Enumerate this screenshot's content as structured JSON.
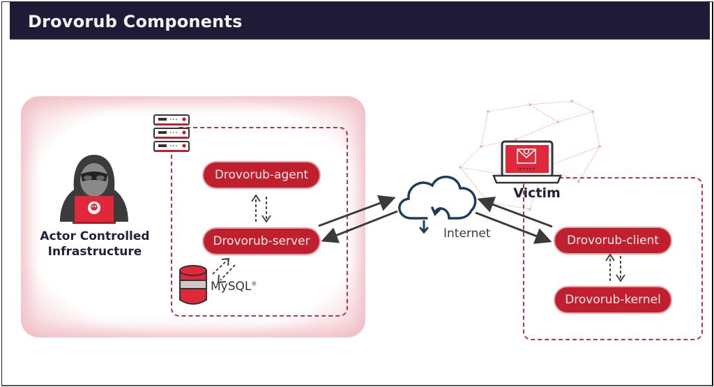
{
  "header": {
    "title": "Drovorub Components"
  },
  "actor": {
    "label_line1": "Actor Controlled",
    "label_line2": "Infrastructure"
  },
  "server_side": {
    "agent": "Drovorub-agent",
    "server": "Drovorub-server",
    "database": "MySQL",
    "database_mark": "®"
  },
  "internet": {
    "label": "Internet"
  },
  "victim": {
    "label": "Victim",
    "client": "Drovorub-client",
    "kernel": "Drovorub-kernel"
  },
  "colors": {
    "header_bg": "#1f1b36",
    "accent_red": "#c0202e",
    "dash_red": "#b7324a",
    "text_dark": "#23213a",
    "cloud": "#1e3d59"
  }
}
